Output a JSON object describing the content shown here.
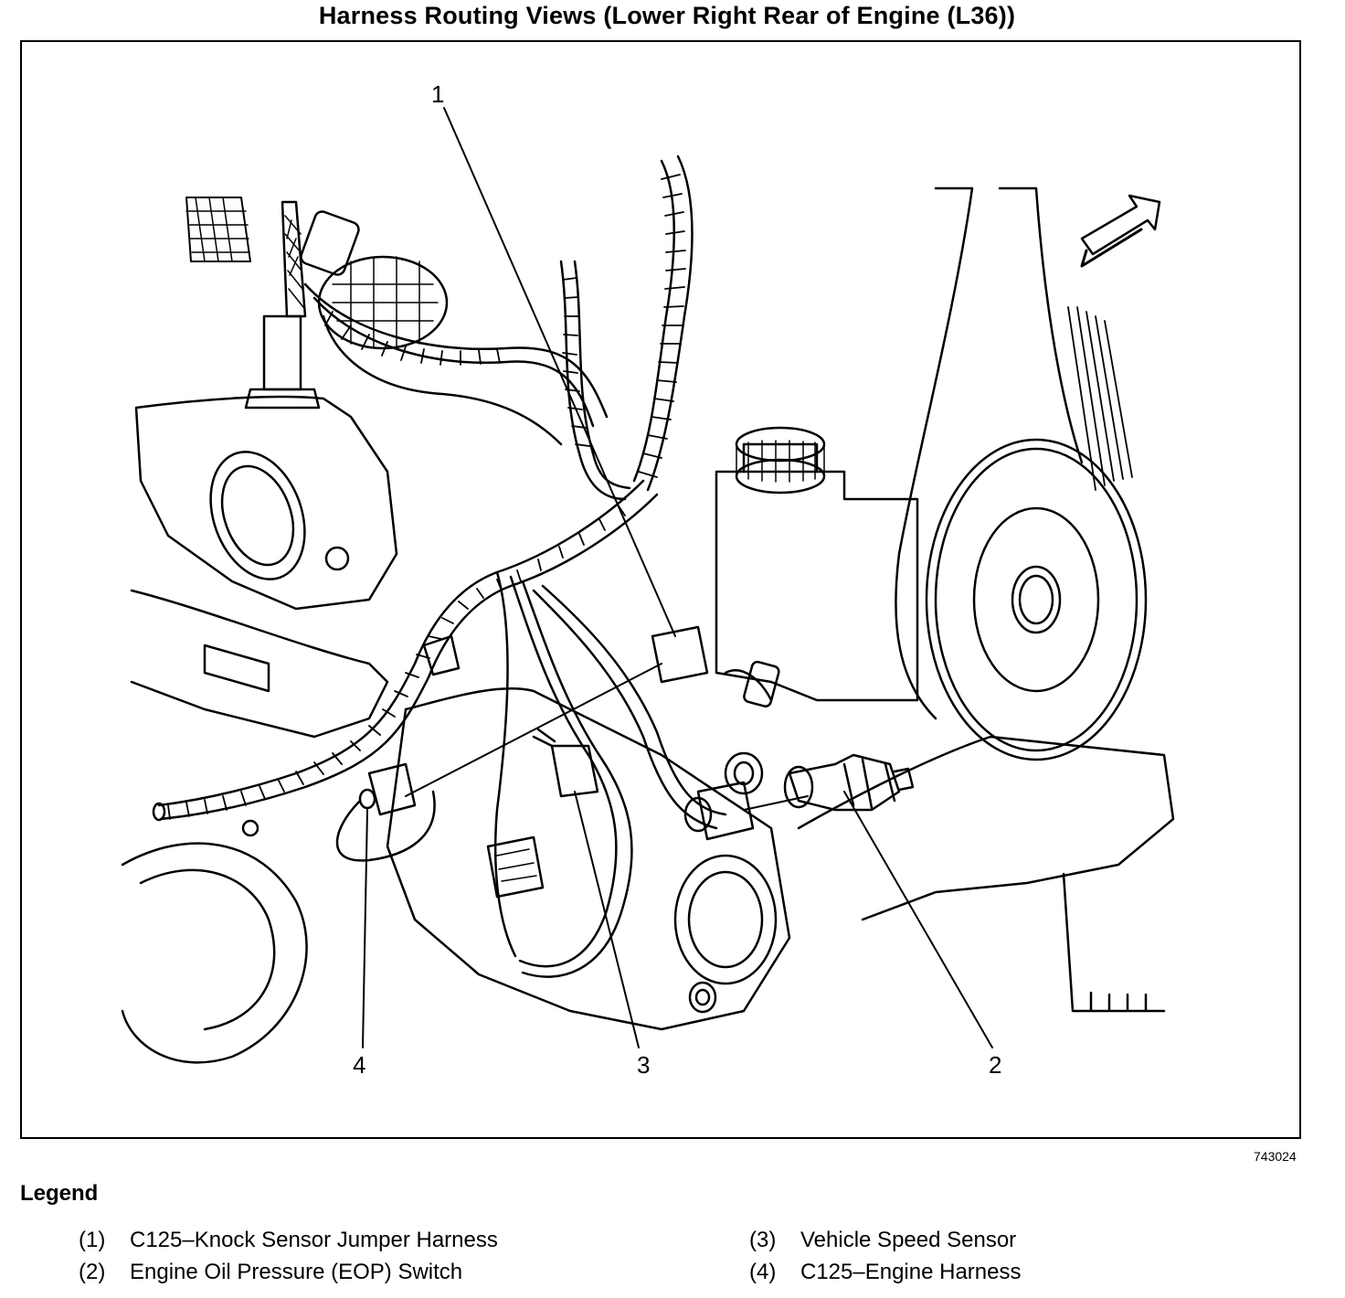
{
  "title": "Harness Routing Views (Lower Right Rear of Engine (L36))",
  "figure_id": "743024",
  "callouts": [
    "1",
    "2",
    "3",
    "4"
  ],
  "legend": {
    "heading": "Legend",
    "items": [
      {
        "num": "(1)",
        "label": "C125–Knock Sensor Jumper Harness"
      },
      {
        "num": "(2)",
        "label": "Engine Oil Pressure (EOP) Switch"
      },
      {
        "num": "(3)",
        "label": "Vehicle Speed Sensor"
      },
      {
        "num": "(4)",
        "label": "C125–Engine Harness"
      }
    ]
  }
}
